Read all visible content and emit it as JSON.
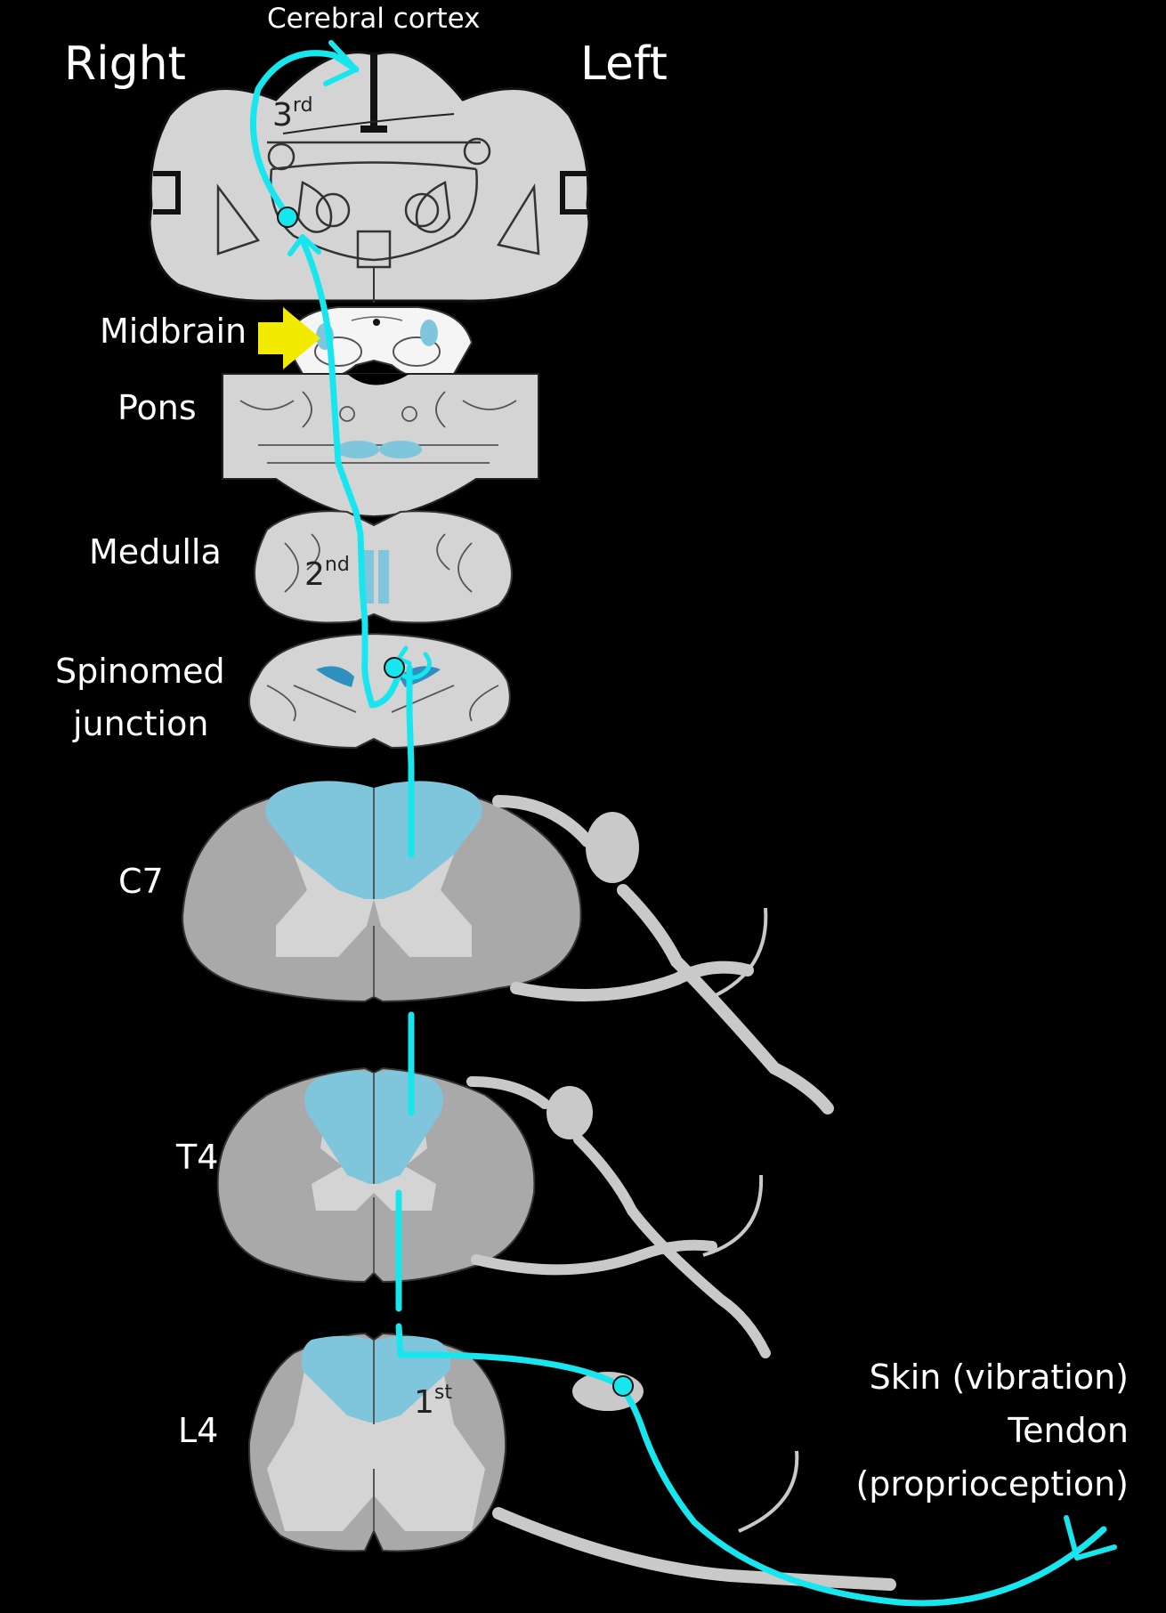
{
  "labels": {
    "title_top": "Cerebral cortex",
    "right": "Right",
    "left": "Left",
    "midbrain": "Midbrain",
    "pons": "Pons",
    "medulla": "Medulla",
    "spinomed_line1": "Spinomed",
    "spinomed_line2": "junction",
    "c7": "C7",
    "t4": "T4",
    "l4": "L4",
    "receptor_line1": "Skin (vibration)",
    "receptor_line2": "Tendon",
    "receptor_line3": "(proprioception)"
  },
  "neurons": {
    "third_num": "3",
    "third_sup": "rd",
    "second_num": "2",
    "second_sup": "nd",
    "first_num": "1",
    "first_sup": "st"
  },
  "colors": {
    "background": "#000000",
    "tissue_light": "#d4d4d4",
    "tissue_dark": "#a9a9a9",
    "dorsal_column": "#7fc6dc",
    "pathway": "#18e6ee",
    "pointer": "#f2ea00",
    "nerve": "#c9c9c9"
  },
  "icons": {
    "pointer": "yellow-arrow-icon",
    "terminal": "chevron-arrow-icon"
  }
}
